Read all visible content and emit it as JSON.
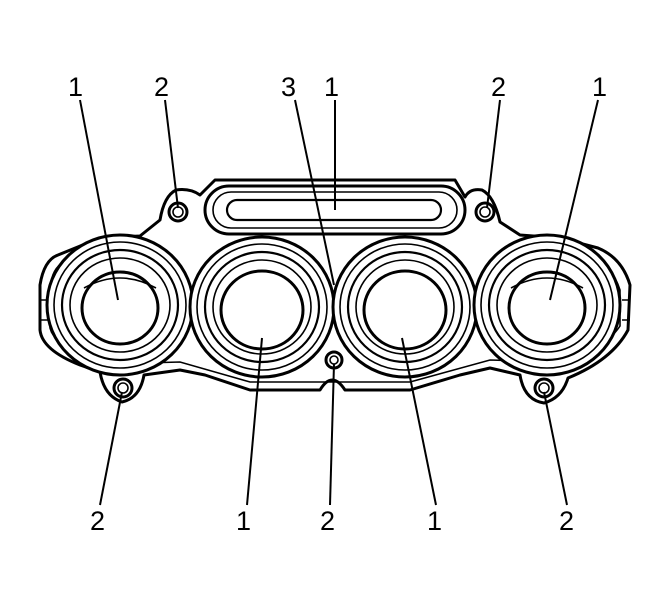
{
  "callouts": {
    "top_left_1": "1",
    "top_left_2": "2",
    "top_center_3": "3",
    "top_center_1": "1",
    "top_right_2": "2",
    "top_right_1": "1",
    "bottom_left_2": "2",
    "bottom_center_left_1": "1",
    "bottom_center_2": "2",
    "bottom_center_right_1": "1",
    "bottom_right_2": "2"
  },
  "colors": {
    "line": "#000000",
    "background": "#ffffff"
  }
}
